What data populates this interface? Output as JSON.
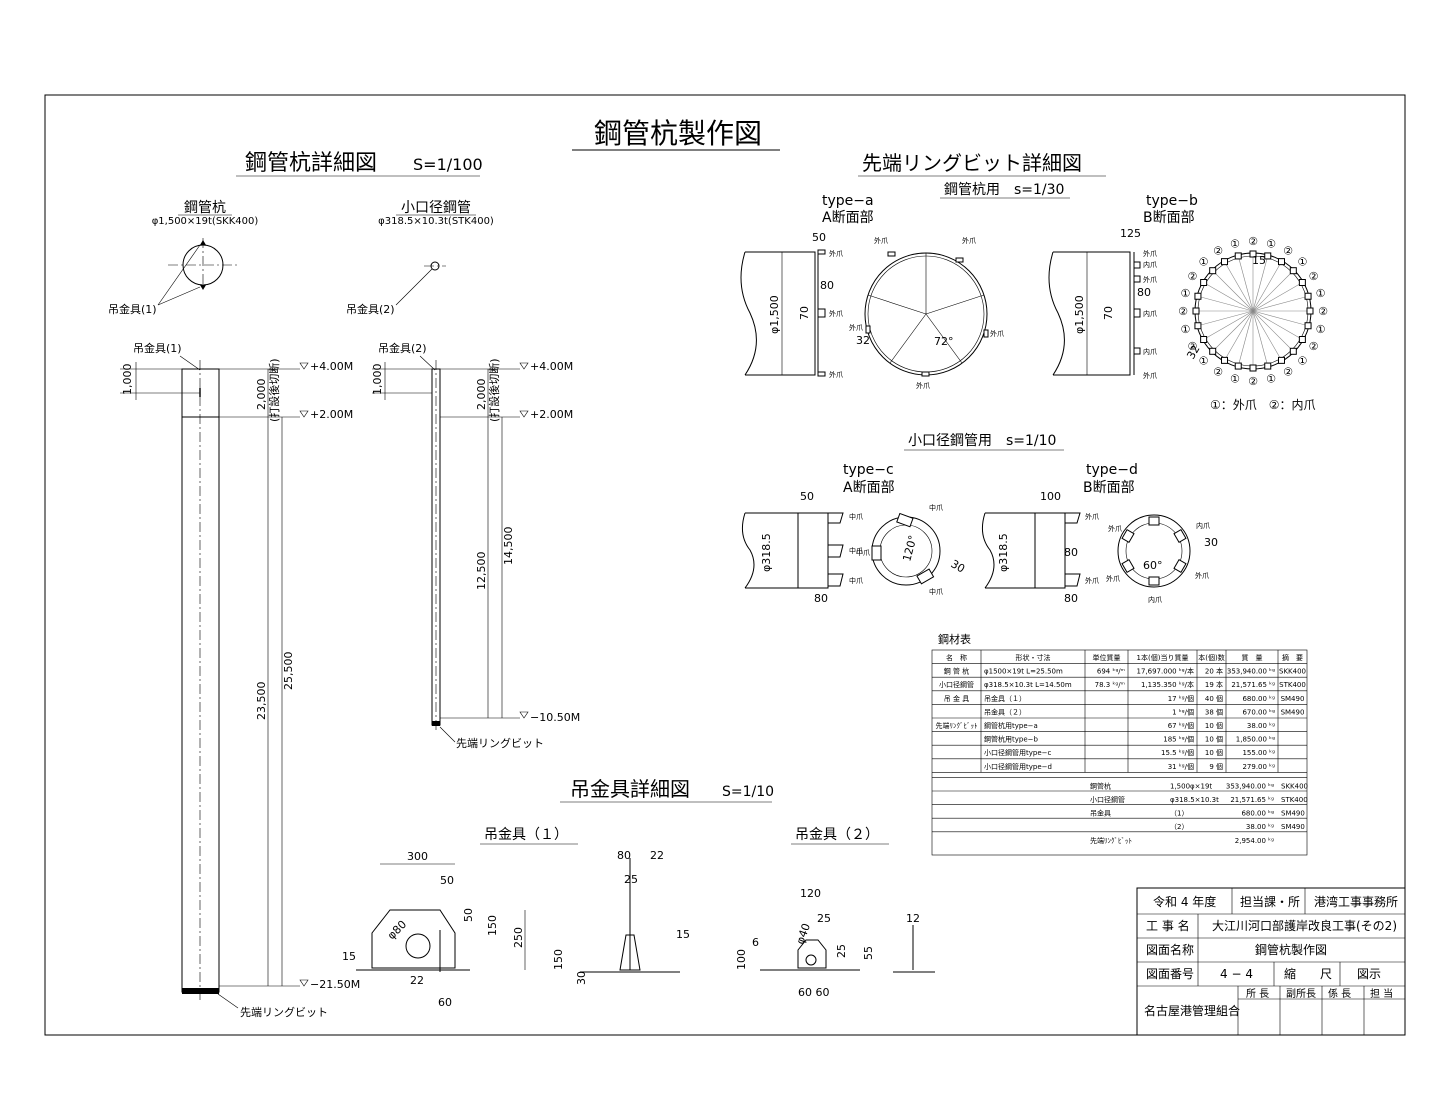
{
  "sheet_title": "鋼管杭製作図",
  "pile_detail": {
    "title": "鋼管杭詳細図",
    "scale": "S=1/100",
    "pile_label": "鋼管杭",
    "pile_spec": "φ1,500×19t(SKK400)",
    "small_label": "小口径鋼管",
    "small_spec": "φ318.5×10.3t(STK400)",
    "hanger1": "吊金具(1)",
    "hanger2": "吊金具(2)",
    "dim_1000": "1,000",
    "dim_2000": "2,000",
    "note_cut": "(打設後切断)",
    "lvl_p4": "+4.00M",
    "lvl_p2": "+2.00M",
    "lvl_m2150": "−21.50M",
    "lvl_m1050": "−10.50M",
    "dim_23500": "23,500",
    "dim_25500": "25,500",
    "dim_12500": "12,500",
    "dim_14500": "14,500",
    "bit": "先端リングビット"
  },
  "ring_bit": {
    "title": "先端リングビット詳細図",
    "steel_pile_use": "鋼管杭用　s=1/30",
    "small_pipe_use": "小口径鋼管用　s=1/10",
    "type_a": "type−a",
    "type_b": "type−b",
    "type_c": "type−c",
    "type_d": "type−d",
    "section_a": "A断面部",
    "section_b": "B断面部",
    "outer_claw": "外爪",
    "inner_claw": "内爪",
    "middle_claw": "中爪",
    "d1500": "φ1,500",
    "d318": "φ318.5",
    "n50": "50",
    "n125": "125",
    "n100": "100",
    "n80": "80",
    "n70": "70",
    "n32": "32",
    "n30": "30",
    "n15": "15",
    "ang72": "72°",
    "ang120": "120°",
    "ang60": "60°",
    "mark1": "①",
    "mark2": "②",
    "legend": "①：外爪　②：内爪"
  },
  "hanger_detail": {
    "title": "吊金具詳細図",
    "scale": "S=1/10",
    "h1_title": "吊金具（１）",
    "h2_title": "吊金具（２）",
    "d300": "300",
    "d50": "50",
    "d150": "150",
    "d250": "250",
    "d22": "22",
    "d60": "60",
    "d80": "80",
    "d25": "25",
    "d15": "15",
    "d30": "30",
    "phi80": "φ80",
    "d120": "120",
    "d6": "6",
    "d100": "100",
    "d55": "55",
    "d12": "12",
    "phi40": "φ40",
    "d6060": "60 60"
  },
  "material_table": {
    "title": "鋼材表",
    "headers": [
      "名　称",
      "形状・寸法",
      "単位質量",
      "1本(個)当り質量",
      "本(個)数",
      "質　量",
      "摘　要"
    ],
    "rows": [
      [
        "鋼 管 杭",
        "φ1500×19t  L=25.50m",
        "694 ᵏᵍ/ᵐ",
        "17,697.000 ᵏᵍ/本",
        "20 本",
        "353,940.00 ᵏᵍ",
        "SKK400"
      ],
      [
        "小口径鋼管",
        "φ318.5×10.3t  L=14.50m",
        "78.3 ᵏᵍ/ᵐ",
        "1,135.350 ᵏᵍ/本",
        "19 本",
        "21,571.65 ᵏᵍ",
        "STK400"
      ],
      [
        "吊 金 具",
        "吊金具（１）",
        "",
        "17 ᵏᵍ/個",
        "40 個",
        "680.00 ᵏᵍ",
        "SM490"
      ],
      [
        "",
        "吊金具（２）",
        "",
        "1 ᵏᵍ/個",
        "38 個",
        "670.00 ᵏᵍ",
        "SM490"
      ],
      [
        "先端ﾘﾝｸﾞﾋﾞｯﾄ",
        "鋼管杭用type−a",
        "",
        "67 ᵏᵍ/個",
        "10 個",
        "38.00 ᵏᵍ",
        ""
      ],
      [
        "",
        "鋼管杭用type−b",
        "",
        "185 ᵏᵍ/個",
        "10 個",
        "1,850.00 ᵏᵍ",
        ""
      ],
      [
        "",
        "小口径鋼管用type−c",
        "",
        "15.5 ᵏᵍ/個",
        "10 個",
        "155.00 ᵏᵍ",
        ""
      ],
      [
        "",
        "小口径鋼管用type−d",
        "",
        "31 ᵏᵍ/個",
        "9 個",
        "279.00 ᵏᵍ",
        ""
      ]
    ],
    "summary": [
      [
        "鋼管杭",
        "1,500φ×19t",
        "353,940.00 ᵏᵍ",
        "SKK400"
      ],
      [
        "小口径鋼管",
        "φ318.5×10.3t",
        "21,571.65 ᵏᵍ",
        "STK400"
      ],
      [
        "吊金具",
        "（1）",
        "680.00 ᵏᵍ",
        "SM490"
      ],
      [
        "",
        "（2）",
        "38.00 ᵏᵍ",
        "SM490"
      ],
      [
        "先端ﾘﾝｸﾞﾋﾞｯﾄ",
        "",
        "2,954.00 ᵏᵍ",
        ""
      ]
    ]
  },
  "title_block": {
    "era": "令和 4 年度",
    "dept_label": "担当課・所",
    "dept": "港湾工事事務所",
    "work_label": "工 事 名",
    "work_name": "大江川河口部護岸改良工事(その2)",
    "drawing_label": "図面名称",
    "drawing_name": "鋼管杭製作図",
    "number_label": "図面番号",
    "number": "4 − 4",
    "scale_label": "縮　　尺",
    "scale": "図示",
    "org": "名古屋港管理組合",
    "approvals": [
      "所 長",
      "副所長",
      "係 長",
      "担 当"
    ]
  }
}
